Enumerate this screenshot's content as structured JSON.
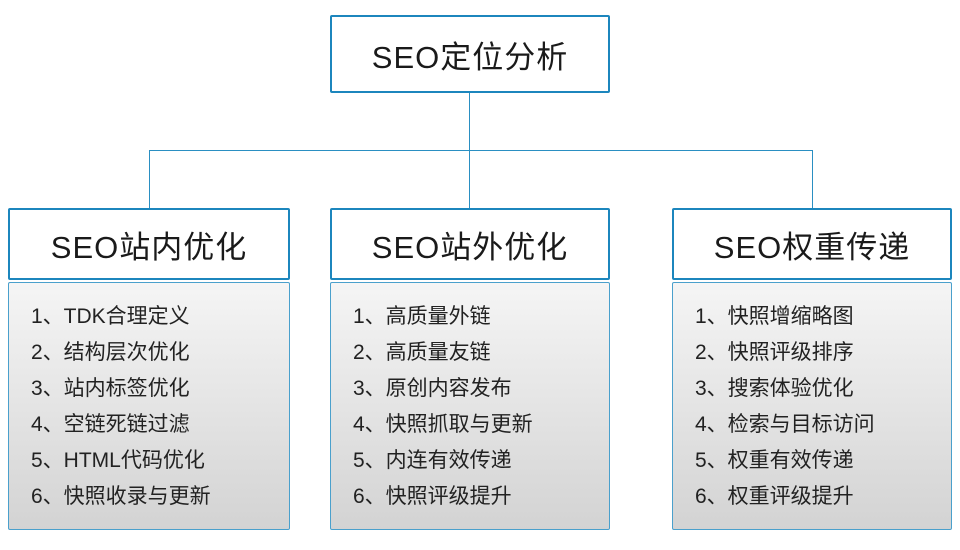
{
  "root": {
    "title": "SEO定位分析"
  },
  "columns": [
    {
      "title": "SEO站内优化",
      "items": [
        "1、TDK合理定义",
        "2、结构层次优化",
        "3、站内标签优化",
        "4、空链死链过滤",
        "5、HTML代码优化",
        "6、快照收录与更新"
      ]
    },
    {
      "title": "SEO站外优化",
      "items": [
        "1、高质量外链",
        "2、高质量友链",
        "3、原创内容发布",
        "4、快照抓取与更新",
        "5、内连有效传递",
        "6、快照评级提升"
      ]
    },
    {
      "title": "SEO权重传递",
      "items": [
        "1、快照增缩略图",
        "2、快照评级排序",
        "3、搜索体验优化",
        "4、检索与目标访问",
        "5、权重有效传递",
        "6、权重评级提升"
      ]
    }
  ],
  "colors": {
    "border_blue": "#1c86bd",
    "line_blue": "#2a8fc2",
    "text_dark": "#1a1a1a",
    "body_gradient_top": "#f5f5f5",
    "body_gradient_bottom": "#d3d3d3"
  }
}
